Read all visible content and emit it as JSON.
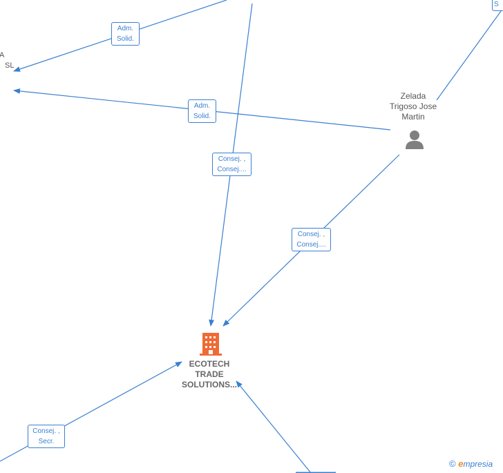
{
  "nodes": {
    "person": {
      "name_lines": [
        "Zelada",
        "Trigoso Jose",
        "Martin"
      ],
      "icon": "person-icon",
      "color": "#808080"
    },
    "company": {
      "name_lines": [
        "ECOTECH",
        "TRADE",
        "SOLUTIONS..."
      ],
      "icon": "building-icon",
      "color": "#f06a35"
    },
    "partial_left": {
      "lines": [
        "A",
        "SL"
      ]
    },
    "partial_topright": {
      "text": "S"
    }
  },
  "edge_labels": [
    {
      "lines": [
        "Adm.",
        "Solid."
      ]
    },
    {
      "lines": [
        "Adm.",
        "Solid."
      ]
    },
    {
      "lines": [
        "Consej. ,",
        "Consej...."
      ]
    },
    {
      "lines": [
        "Consej. ,",
        "Consej...."
      ]
    },
    {
      "lines": [
        "Consej. ,",
        "Secr."
      ]
    }
  ],
  "footer": {
    "copyright": "©",
    "brand_first": "e",
    "brand_rest": "mpresia"
  },
  "colors": {
    "edge": "#3a7fd0",
    "label_text": "#3a7fd0"
  }
}
